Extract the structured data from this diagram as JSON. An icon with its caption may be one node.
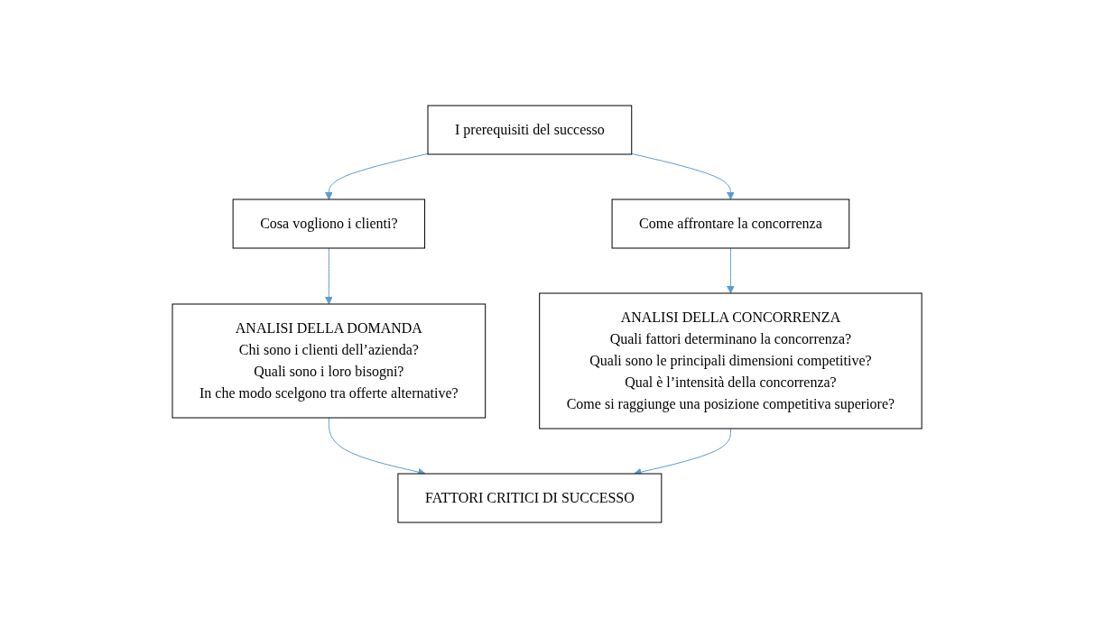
{
  "diagram": {
    "nodes": [
      {
        "text": [
          "I prerequisiti del successo"
        ]
      },
      {
        "text": [
          "Cosa vogliono i clienti?"
        ]
      },
      {
        "text": [
          "Come affrontare la concorrenza"
        ]
      },
      {
        "text": [
          "ANALISI DELLA DOMANDA",
          "Chi sono i clienti dell’azienda?",
          "Quali sono i loro bisogni?",
          "In che modo scelgono tra offerte alternative?"
        ]
      },
      {
        "text": [
          "ANALISI DELLA CONCORRENZA",
          "Quali fattori determinano la concorrenza?",
          "Quali sono le principali dimensioni competitive?",
          "Qual è l’intensità della concorrenza?",
          "Come si raggiunge una posizione competitiva superiore?"
        ]
      },
      {
        "text": [
          "FATTORI CRITICI DI SUCCESSO"
        ]
      }
    ],
    "edges": [
      {
        "from": 0,
        "to": 1,
        "arrow": "to"
      },
      {
        "from": 0,
        "to": 2,
        "arrow": "to"
      },
      {
        "from": 1,
        "to": 3,
        "arrow": "to"
      },
      {
        "from": 2,
        "to": 4,
        "arrow": "to"
      },
      {
        "from": 3,
        "to": 5,
        "arrow": "to"
      },
      {
        "from": 4,
        "to": 5,
        "arrow": "to"
      }
    ]
  }
}
